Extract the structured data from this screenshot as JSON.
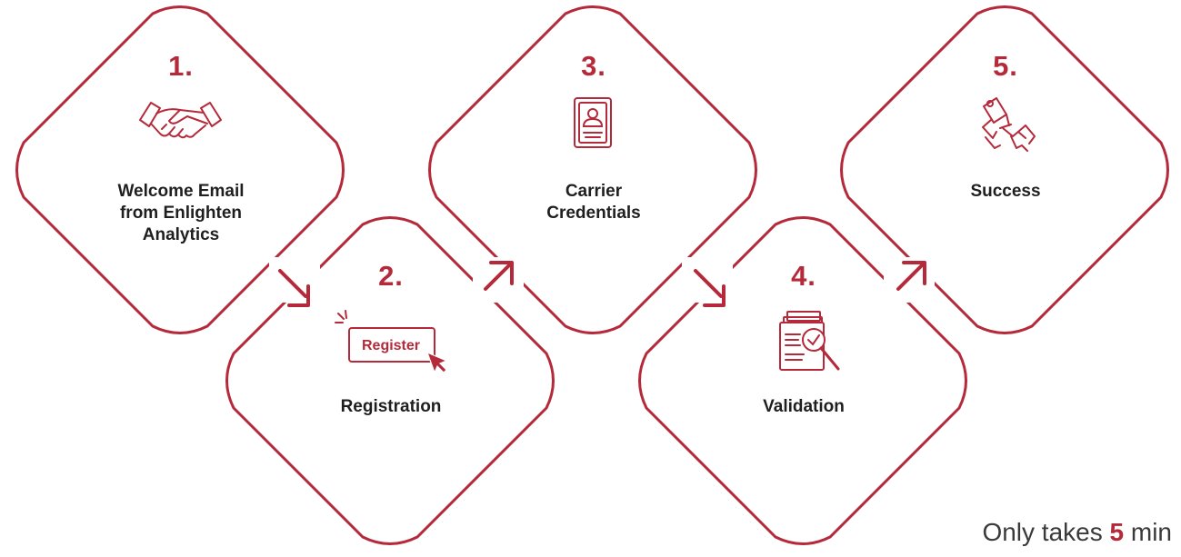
{
  "colors": {
    "accent": "#b52a3a",
    "text": "#1f1f1f"
  },
  "steps": [
    {
      "number": "1.",
      "label_lines": [
        "Welcome Email",
        "from Enlighten",
        "Analytics"
      ],
      "icon": "handshake-icon"
    },
    {
      "number": "2.",
      "label_lines": [
        "Registration"
      ],
      "icon": "register-button-icon",
      "icon_text": "Register"
    },
    {
      "number": "3.",
      "label_lines": [
        "Carrier",
        "Credentials"
      ],
      "icon": "id-card-icon"
    },
    {
      "number": "4.",
      "label_lines": [
        "Validation"
      ],
      "icon": "document-search-icon"
    },
    {
      "number": "5.",
      "label_lines": [
        "Success"
      ],
      "icon": "trophy-hands-icon"
    }
  ],
  "footer": {
    "prefix": "Only takes ",
    "highlight": "5",
    "suffix": " min"
  }
}
